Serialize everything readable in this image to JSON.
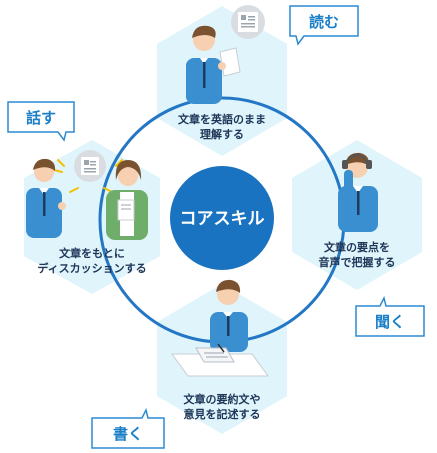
{
  "colors": {
    "ring": "#2477c4",
    "center": "#1a73c0",
    "hex_fill": "#dff4fb",
    "tag_border": "#2a8ad0",
    "tag_text": "#1a7fc7",
    "shirt": "#3a8fd0",
    "skin": "#f6d0b0",
    "hair": "#7a5230",
    "cardigan": "#6fae6a"
  },
  "center": {
    "label": "コアスキル"
  },
  "skills": {
    "read": {
      "tag": "読む",
      "caption_line1": "文章を英語のまま",
      "caption_line2": "理解する",
      "icon": "document-bubble-icon"
    },
    "listen": {
      "tag": "聞く",
      "caption_line1": "文章の要点を",
      "caption_line2": "音声で把握する",
      "icon": "headset-icon"
    },
    "write": {
      "tag": "書く",
      "caption_line1": "文章の要約文や",
      "caption_line2": "意見を記述する",
      "icon": "paper-pen-icon"
    },
    "speak": {
      "tag": "話す",
      "caption_line1": "文章をもとに",
      "caption_line2": "ディスカッションする",
      "icon": "document-bubble-icon"
    }
  }
}
